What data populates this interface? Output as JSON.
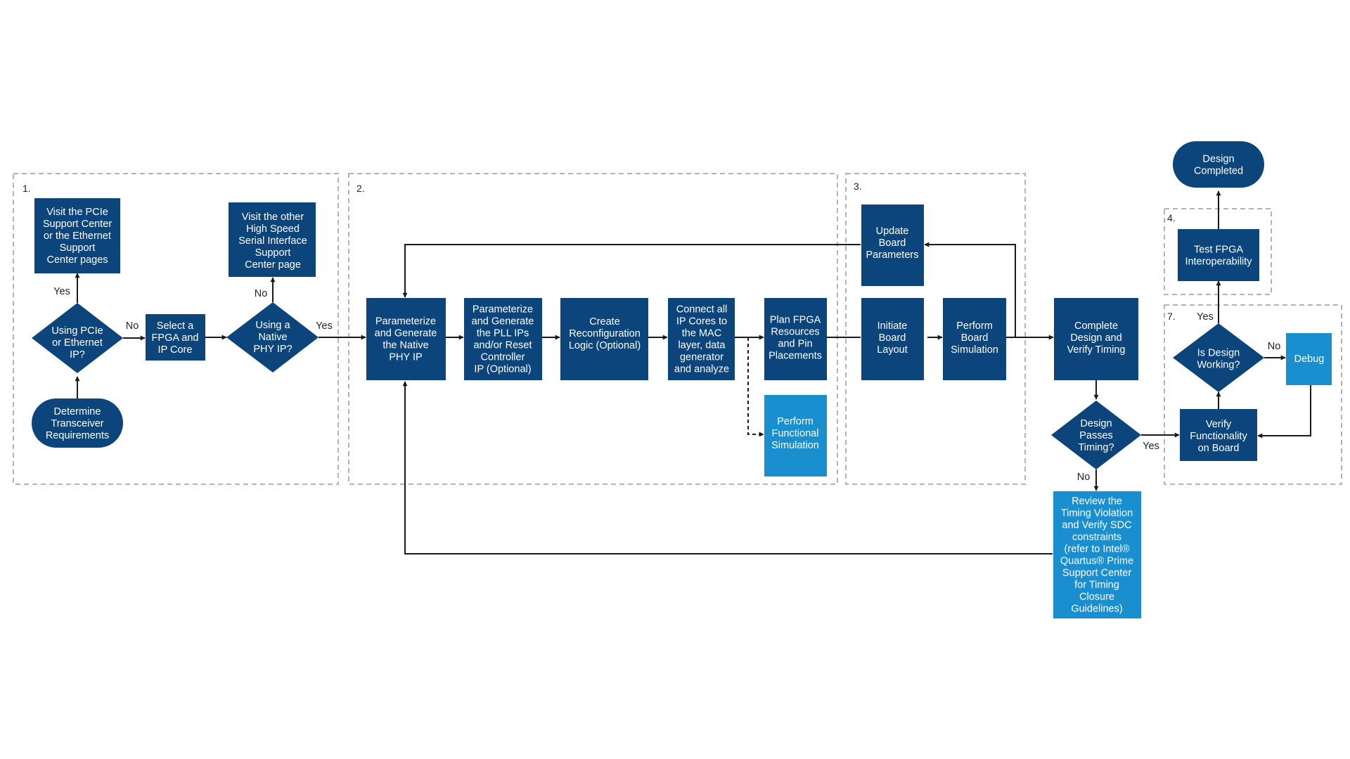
{
  "colors": {
    "primary": "#0b457c",
    "accent": "#1a8fd0",
    "line": "#1a1a1a",
    "group_border": "#b3b3b3"
  },
  "groups": [
    {
      "id": "g1",
      "label": "1."
    },
    {
      "id": "g2",
      "label": "2."
    },
    {
      "id": "g3",
      "label": "3."
    },
    {
      "id": "g4",
      "label": "4."
    },
    {
      "id": "g7",
      "label": "7."
    }
  ],
  "nodes": {
    "determine": {
      "lines": [
        "Determine",
        "Transceiver",
        "Requirements"
      ]
    },
    "using_pcie": {
      "lines": [
        "Using PCIe",
        "or Ethernet",
        "IP?"
      ]
    },
    "visit_pcie": {
      "lines": [
        "Visit the PCIe",
        "Support Center",
        "or the Ethernet",
        "Support",
        "Center pages"
      ]
    },
    "select_fpga": {
      "lines": [
        "Select a",
        "FPGA and",
        "IP Core"
      ]
    },
    "using_native": {
      "lines": [
        "Using a",
        "Native",
        "PHY IP?"
      ]
    },
    "visit_other": {
      "lines": [
        "Visit the other",
        "High Speed",
        "Serial Interface",
        "Support",
        "Center page"
      ]
    },
    "param_native": {
      "lines": [
        "Parameterize",
        "and Generate",
        "the Native",
        "PHY IP"
      ]
    },
    "param_pll": {
      "lines": [
        "Parameterize",
        "and Generate",
        "the PLL IPs",
        "and/or Reset",
        "Controller",
        "IP (Optional)"
      ]
    },
    "create_reconfig": {
      "lines": [
        "Create",
        "Reconfiguration",
        "Logic (Optional)"
      ]
    },
    "connect_all": {
      "lines": [
        "Connect all",
        "IP Cores to",
        "the MAC",
        "layer, data",
        "generator",
        "and analyze"
      ]
    },
    "plan_fpga": {
      "lines": [
        "Plan FPGA",
        "Resources",
        "and Pin",
        "Placements"
      ]
    },
    "perform_func": {
      "lines": [
        "Perform",
        "Functional",
        "Simulation"
      ]
    },
    "update_board": {
      "lines": [
        "Update",
        "Board",
        "Parameters"
      ]
    },
    "initiate_board": {
      "lines": [
        "Initiate",
        "Board",
        "Layout"
      ]
    },
    "perform_board": {
      "lines": [
        "Perform",
        "Board",
        "Simulation"
      ]
    },
    "complete_design": {
      "lines": [
        "Complete",
        "Design and",
        "Verify Timing"
      ]
    },
    "design_passes": {
      "lines": [
        "Design",
        "Passes",
        "Timing?"
      ]
    },
    "review_timing": {
      "lines": [
        "Review the",
        "Timing Violation",
        "and Verify SDC",
        "constraints",
        "(refer to Intel®",
        "Quartus® Prime",
        "Support Center",
        "for Timing",
        "Closure",
        "Guidelines)"
      ]
    },
    "verify_func": {
      "lines": [
        "Verify",
        "Functionality",
        "on Board"
      ]
    },
    "is_working": {
      "lines": [
        "Is Design",
        "Working?"
      ]
    },
    "debug": {
      "lines": [
        "Debug"
      ]
    },
    "test_fpga": {
      "lines": [
        "Test FPGA",
        "Interoperability"
      ]
    },
    "design_completed": {
      "lines": [
        "Design",
        "Completed"
      ]
    }
  },
  "edge_labels": {
    "pcie_yes": "Yes",
    "pcie_no": "No",
    "native_no": "No",
    "native_yes": "Yes",
    "passes_yes": "Yes",
    "passes_no": "No",
    "working_yes": "Yes",
    "working_no": "No"
  }
}
